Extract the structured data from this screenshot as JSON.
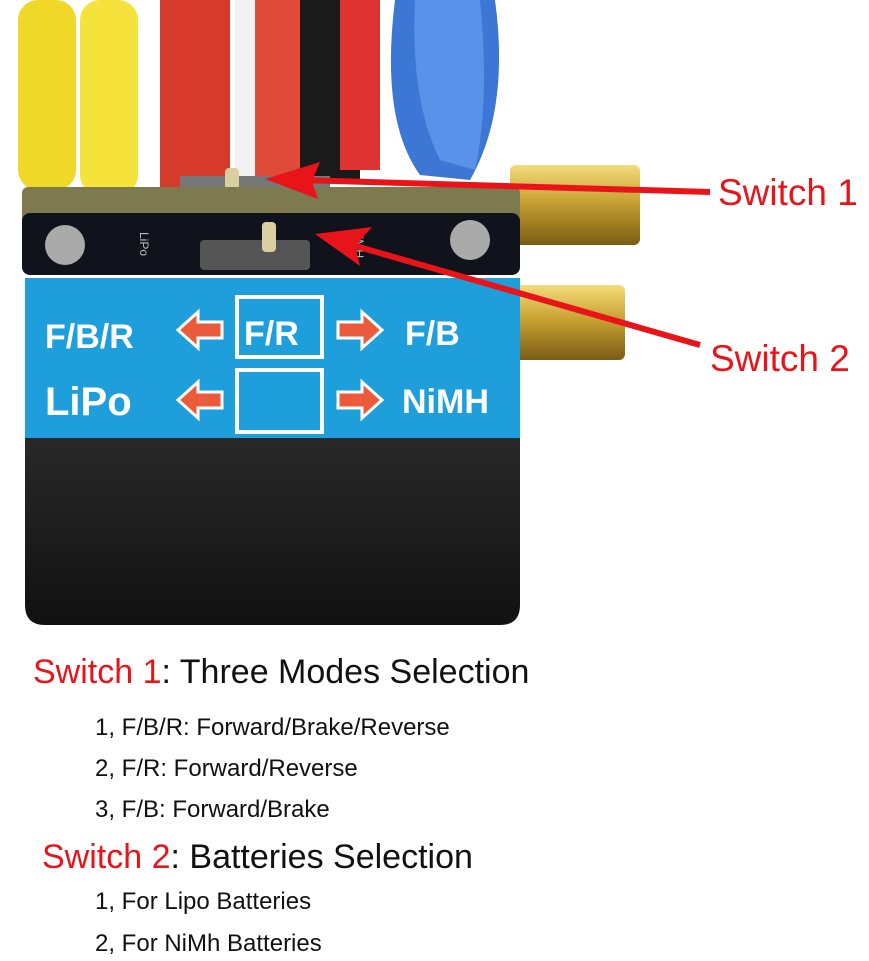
{
  "photo": {
    "device_label": {
      "row1_left": "F/B/R",
      "row1_center": "F/R",
      "row1_right": "F/B",
      "row2_left": "LiPo",
      "row2_right": "NiMH"
    },
    "pcb_left_print": "LiPo",
    "pcb_right_print": "NiMH",
    "colors": {
      "label_blue": "#1e9fdc",
      "arrow_red": "#e8141a",
      "brass": "#c9a233"
    }
  },
  "callouts": {
    "switch1": "Switch 1",
    "switch2": "Switch 2"
  },
  "description": {
    "section1": {
      "name": "Switch 1",
      "title": ": Three Modes Selection",
      "items": [
        "1, F/B/R:  Forward/Brake/Reverse",
        "2, F/R: Forward/Reverse",
        "3, F/B: Forward/Brake"
      ]
    },
    "section2": {
      "name": "Switch 2",
      "title": ": Batteries Selection",
      "items": [
        "1, For Lipo Batteries",
        "2, For NiMh Batteries"
      ]
    }
  }
}
